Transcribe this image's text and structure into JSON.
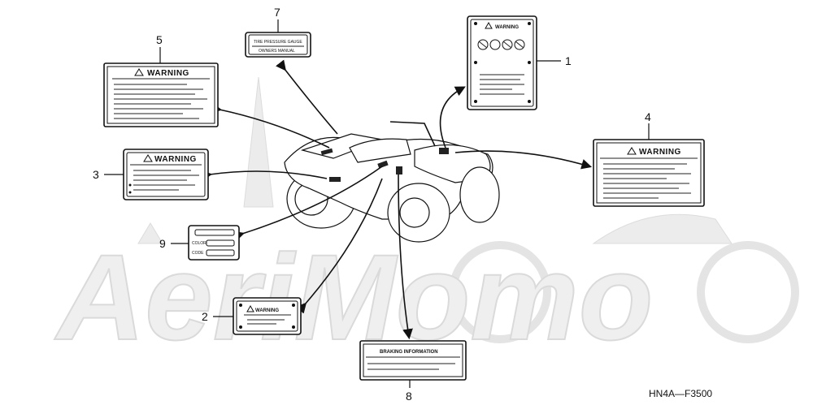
{
  "watermark": {
    "text": "AeriMomo"
  },
  "labels": {
    "l1": {
      "number": "1",
      "heading": "WARNING"
    },
    "l2": {
      "number": "2",
      "heading": "WARNING"
    },
    "l3": {
      "number": "3",
      "heading": "WARNING"
    },
    "l4": {
      "number": "4",
      "heading": "WARNING"
    },
    "l5": {
      "number": "5",
      "heading": "WARNING"
    },
    "l7": {
      "number": "7",
      "line1": "TIRE PRESSURE GAUGE",
      "line2": "OWNERS MANUAL"
    },
    "l8": {
      "number": "8",
      "heading": "BRAKING INFORMATION"
    },
    "l9": {
      "number": "9",
      "row1": "COLOR",
      "row2": "CODE"
    }
  },
  "footer": {
    "code": "HN4A—F3500"
  }
}
